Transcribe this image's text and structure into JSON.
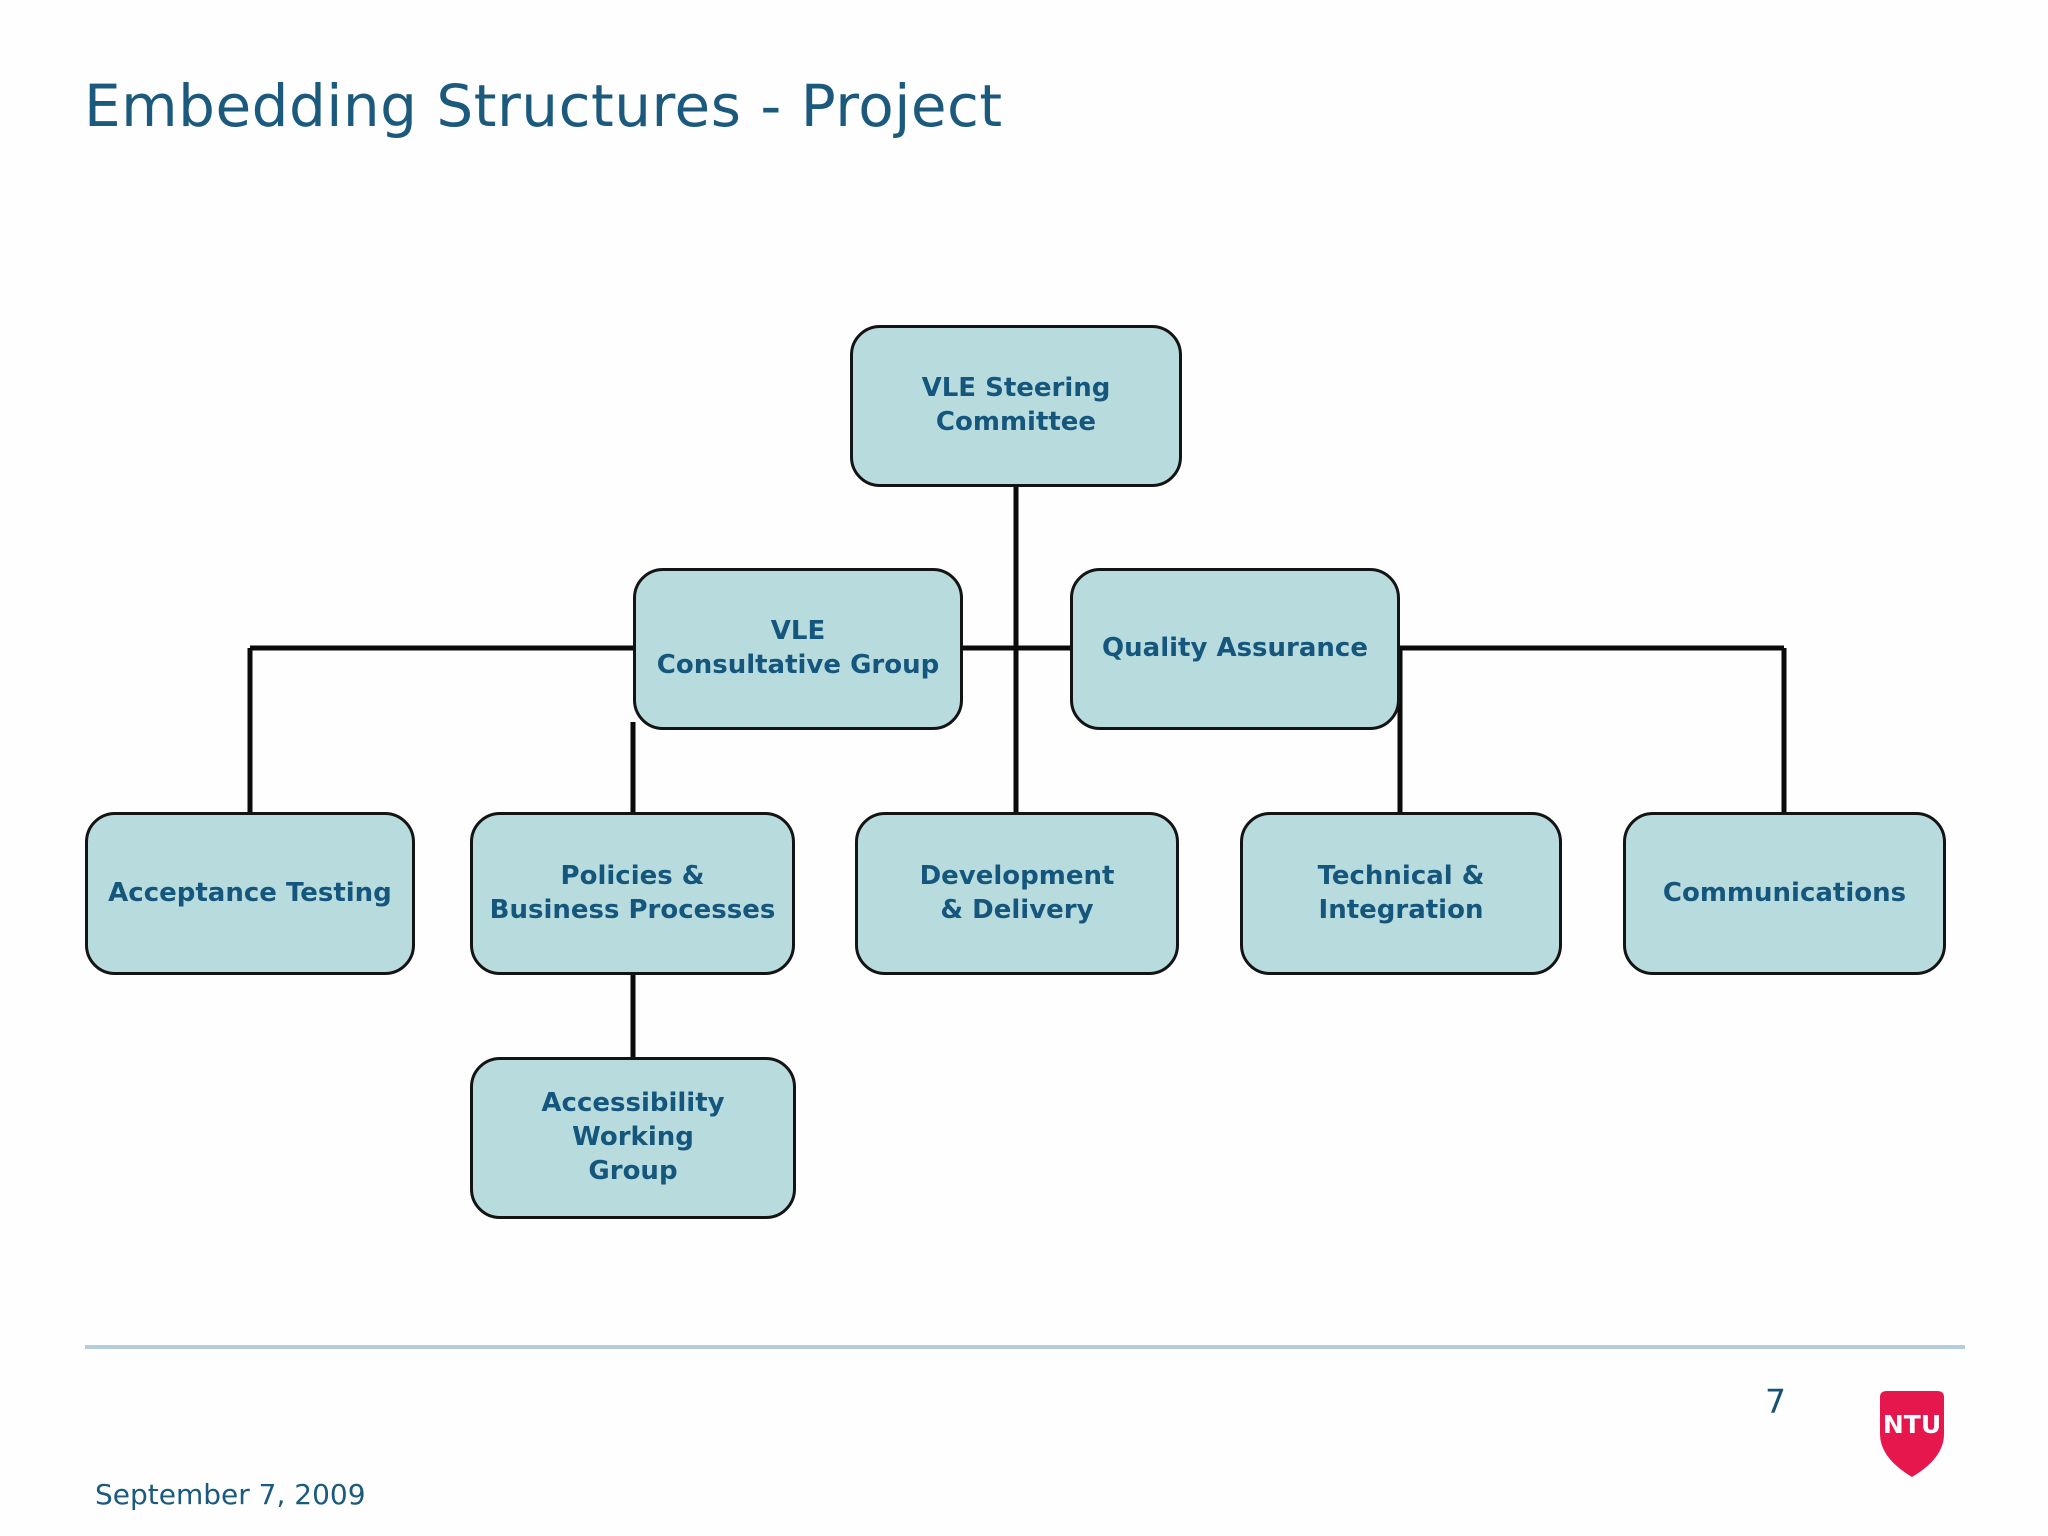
{
  "title": "Embedding Structures - Project",
  "diagram": {
    "type": "org-chart",
    "nodes": {
      "steering": {
        "label": "VLE Steering\nCommittee",
        "level": 1
      },
      "consultative": {
        "label": "VLE\nConsultative Group",
        "level": 2
      },
      "quality": {
        "label": "Quality Assurance",
        "level": 2
      },
      "acceptance": {
        "label": "Acceptance Testing",
        "level": 3
      },
      "policies": {
        "label": "Policies &\nBusiness Processes",
        "level": 3
      },
      "development": {
        "label": "Development\n& Delivery",
        "level": 3
      },
      "technical": {
        "label": "Technical &\nIntegration",
        "level": 3
      },
      "communications": {
        "label": "Communications",
        "level": 3
      },
      "accessibility": {
        "label": "Accessibility\nWorking\nGroup",
        "level": 4
      }
    }
  },
  "footer": {
    "date": "September 7, 2009",
    "page_number": "7",
    "logo_text": "NTU"
  },
  "colors": {
    "box_fill": "#b8dbde",
    "box_text": "#15567d",
    "title_text": "#1b5a7d",
    "connector": "#0b0b0b",
    "divider": "#b5cedd",
    "logo_red": "#e6174d"
  }
}
